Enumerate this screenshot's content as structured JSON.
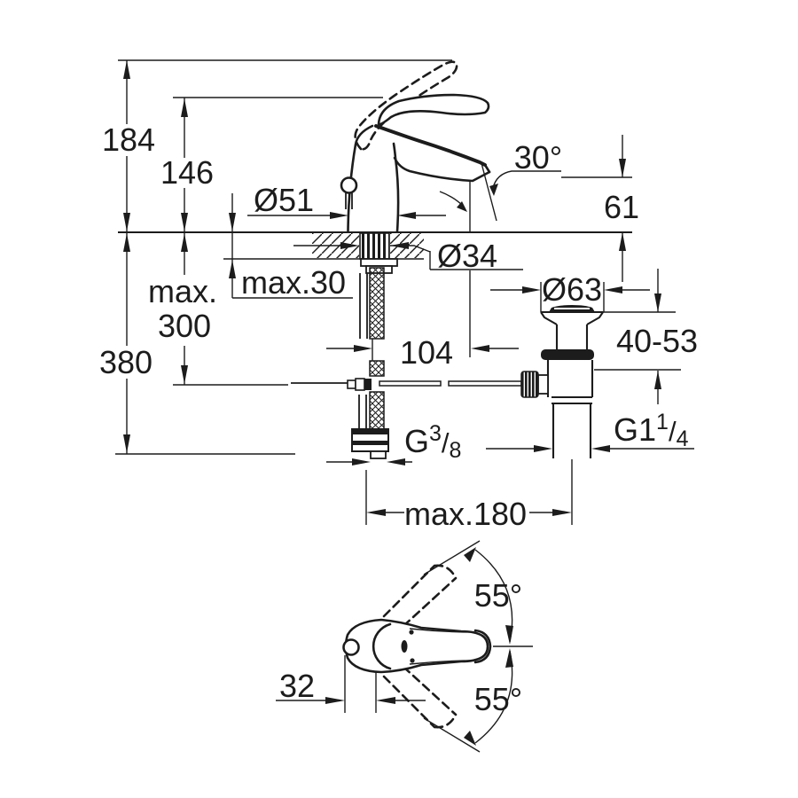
{
  "colors": {
    "ink": "#1c1c1c",
    "paper": "#ffffff"
  },
  "labels": {
    "height_total": "184",
    "height_body": "146",
    "base_diameter": "Ø51",
    "spout_angle": "30°",
    "spout_height": "61",
    "shank_diameter": "Ø34",
    "deck_thickness": "max.30",
    "hose_length_line1": "max.",
    "hose_length_line2": "300",
    "depth_total": "380",
    "spout_reach": "104",
    "drain_flange_diameter": "Ø63",
    "drain_adjust_range": "40-53",
    "supply_thread": {
      "base": "G",
      "sup": "3",
      "slash": "/",
      "sub": "8"
    },
    "drain_thread": {
      "base": "G1",
      "sup": "1",
      "slash": "/",
      "sub": "4"
    },
    "rod_distance": "max.180",
    "handle_swing_upper": "55°",
    "handle_swing_lower": "55°",
    "handle_offset": "32"
  }
}
